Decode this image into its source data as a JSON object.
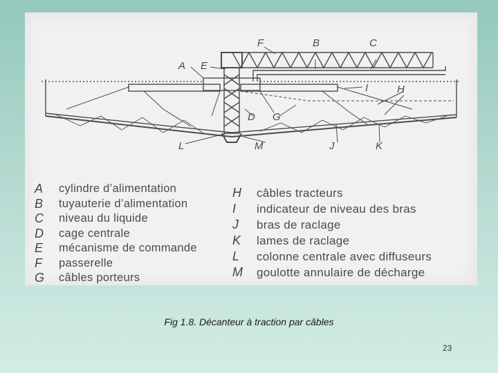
{
  "figure": {
    "callouts": {
      "A": "A",
      "B": "B",
      "C": "C",
      "D": "D",
      "E": "E",
      "F": "F",
      "G": "G",
      "H": "H",
      "I": "I",
      "J": "J",
      "K": "K",
      "L": "L",
      "M": "M"
    },
    "legend_left": [
      {
        "letter": "A",
        "text": "cylindre d’alimentation"
      },
      {
        "letter": "B",
        "text": "tuyauterie d’alimentation"
      },
      {
        "letter": "C",
        "text": "niveau du liquide"
      },
      {
        "letter": "D",
        "text": "cage centrale"
      },
      {
        "letter": "E",
        "text": "mécanisme de commande"
      },
      {
        "letter": "F",
        "text": "passerelle"
      },
      {
        "letter": "G",
        "text": "câbles porteurs"
      }
    ],
    "legend_right": [
      {
        "letter": "H",
        "text": "câbles tracteurs"
      },
      {
        "letter": "I",
        "text": "indicateur de niveau des bras"
      },
      {
        "letter": "J",
        "text": "bras de raclage"
      },
      {
        "letter": "K",
        "text": "lames de raclage"
      },
      {
        "letter": "L",
        "text": "colonne centrale avec diffuseurs"
      },
      {
        "letter": "M",
        "text": "goulotte annulaire de décharge"
      }
    ]
  },
  "caption": "Fig 1.8.  Décanteur à traction par câbles",
  "page_number": "23"
}
